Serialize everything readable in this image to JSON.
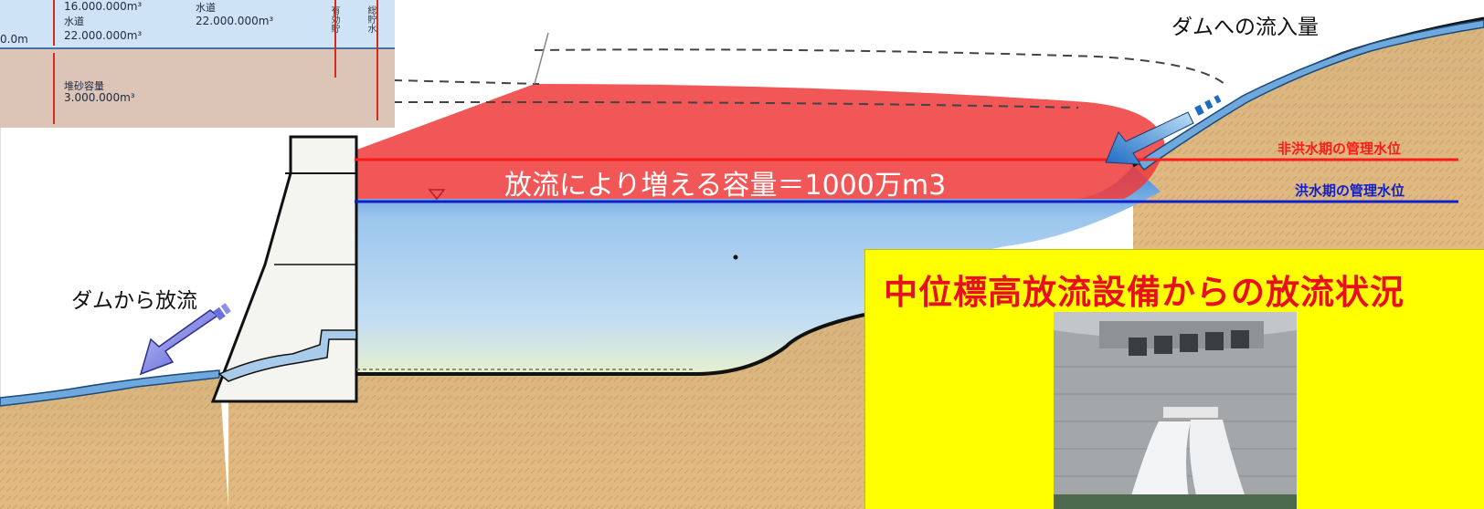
{
  "labels": {
    "inflow": "ダムへの流入量",
    "outflow": "ダムから放流",
    "capacity": "放流により増える容量＝1000万m3",
    "non_flood_level": "非洪水期の管理水位",
    "flood_level": "洪水期の管理水位"
  },
  "inset": {
    "left_value": "16.000.000m³",
    "left_label": "水道",
    "left_value2": "22.000.000m³",
    "mid_label": "水道",
    "mid_value": "22.000.000m³",
    "elev": "0.0m",
    "sediment_label": "堆砂容量",
    "sediment_value": "3.000.000m³",
    "effective": "有効貯",
    "total": "総貯水"
  },
  "photo_panel": {
    "title": "中位標高放流設備からの放流状況"
  },
  "colors": {
    "flood_region": "#f03a3a",
    "non_flood_line": "#ff1a1a",
    "flood_line": "#1020c8",
    "water": "#8fbde8",
    "ground": "#d9ab70",
    "panel_bg": "#ffff00",
    "panel_title": "#e8101f"
  }
}
